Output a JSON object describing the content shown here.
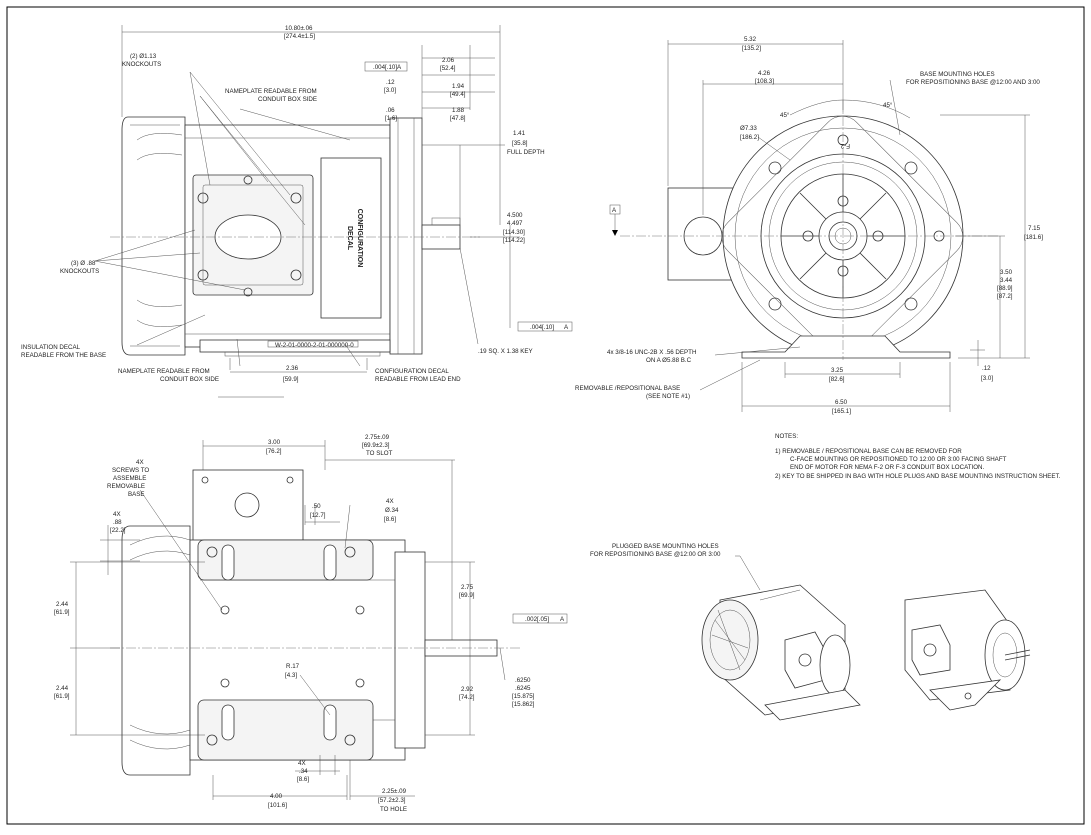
{
  "side_view": {
    "dims": {
      "overall": "10.80±.06",
      "overall_mm": "[274.4±1.5]",
      "d206": "2.06",
      "d206_mm": "[52.4]",
      "d012": ".12",
      "d012_mm": "[3.0]",
      "d194": "1.94",
      "d194_mm": "[49.4]",
      "d006": ".06",
      "d006_mm": "[1.6]",
      "d188": "1.88",
      "d188_mm": "[47.8]",
      "d141": "1.41",
      "d141_mm": "[35.8]",
      "full_depth": "FULL DEPTH",
      "shaft_a": "4.500",
      "shaft_b": "4.497",
      "shaft_a_mm": "[114.30]",
      "shaft_b_mm": "[114.22]",
      "d236": "2.36",
      "d236_mm": "[59.9]",
      "key": ".19 SQ. X 1.38 KEY"
    },
    "tol_top": ".004[.10]",
    "tol_bottom": ".004[.10]",
    "tol_datum": "A",
    "labels": {
      "knockouts_113": "(2) Ø1.13",
      "knockouts_113b": "KNOCKOUTS",
      "knockouts_88": "(3) Ø .88",
      "knockouts_88b": "KNOCKOUTS",
      "nameplate_top": "NAMEPLATE READABLE FROM",
      "nameplate_top_b": "CONDUIT BOX SIDE",
      "insulation": "INSULATION DECAL",
      "insulation_b": "READABLE FROM THE BASE",
      "nameplate_bottom": "NAMEPLATE READABLE FROM",
      "nameplate_bottom_b": "CONDUIT BOX SIDE",
      "config_decal": "CONFIGURATION DECAL",
      "config_decal_b": "READABLE FROM LEAD END",
      "decal_line1": "CONFIGURATION",
      "decal_line2": "DECAL"
    }
  },
  "end_view": {
    "dims": {
      "d532": "5.32",
      "d532_mm": "[135.2]",
      "d426": "4.26",
      "d426_mm": "[108.3]",
      "d733": "Ø7.33",
      "d733_mm": "[186.2]",
      "angle1": "45°",
      "angle2": "45°",
      "d715": "7.15",
      "d715_mm": "[181.6]",
      "d350": "3.50",
      "d344": "3.44",
      "d350_mm": "[88.9]",
      "d344_mm": "[87.2]",
      "d012": ".12",
      "d012_mm": "[3.0]",
      "d325": "3.25",
      "d325_mm": "[82.6]",
      "d650": "6.50",
      "d650_mm": "[165.1]"
    },
    "datum": "A",
    "labels": {
      "base_holes": "BASE MOUNTING HOLES",
      "base_holes_b": "FOR REPOSITIONING BASE @12:00 AND 3:00",
      "tapped": "4x 3/8-16 UNC-2B X .56 DEPTH",
      "tapped_b": "ON A Ø5.88 B.C",
      "removable": "REMOVABLE /REPOSITIONAL BASE",
      "removable_b": "(SEE NOTE #1)",
      "frame_mark": "F-2"
    }
  },
  "bottom_view": {
    "dims": {
      "d300": "3.00",
      "d300_mm": "[76.2]",
      "d275s": "2.75±.09",
      "d275s_mm": "[69.9±2.3]",
      "to_slot": "TO SLOT",
      "d050": ".50",
      "d050_mm": "[12.7]",
      "hole4x": "4X",
      "hole_d": "Ø.34",
      "hole_d_mm": "[8.6]",
      "d088_4x": "4X",
      "d088": ".88",
      "d088_mm": "[22.2]",
      "d244a": "2.44",
      "d244a_mm": "[61.9]",
      "d244b": "2.44",
      "d244b_mm": "[61.9]",
      "d275": "2.75",
      "d275_mm": "[69.9]",
      "d292": "2.92",
      "d292_mm": "[74.2]",
      "r017": "R.17",
      "r017_mm": "[4.3]",
      "slot4x": "4X",
      "slot": ".34",
      "slot_mm": "[8.6]",
      "d400": "4.00",
      "d400_mm": "[101.6]",
      "d225": "2.25±.09",
      "d225_mm": "[57.2±2.3]",
      "to_hole": "TO HOLE",
      "shaft_a": ".6250",
      "shaft_b": ".6245",
      "shaft_a_mm": "[15.875]",
      "shaft_b_mm": "[15.862]"
    },
    "tol": ".002[.05]",
    "tol_datum": "A",
    "labels": {
      "screws": [
        "4X",
        "SCREWS TO",
        "ASSEMBLE",
        "REMOVABLE",
        "BASE"
      ]
    }
  },
  "notes": {
    "title": "NOTES:",
    "n1_a": "1)  REMOVABLE / REPOSITIONAL BASE CAN BE REMOVED FOR",
    "n1_b": "C-FACE MOUNTING OR REPOSITIONED TO 12:00 OR 3:00 FACING SHAFT",
    "n1_c": "END OF MOTOR FOR NEMA F-2 OR F-3 CONDUIT BOX LOCATION.",
    "n2": "2)  KEY TO BE SHIPPED IN BAG WITH HOLE PLUGS AND BASE MOUNTING INSTRUCTION SHEET."
  },
  "iso_view": {
    "label_a": "PLUGGED BASE MOUNTING HOLES",
    "label_b": "FOR REPOSITIONING BASE @12:00 OR 3:00"
  }
}
